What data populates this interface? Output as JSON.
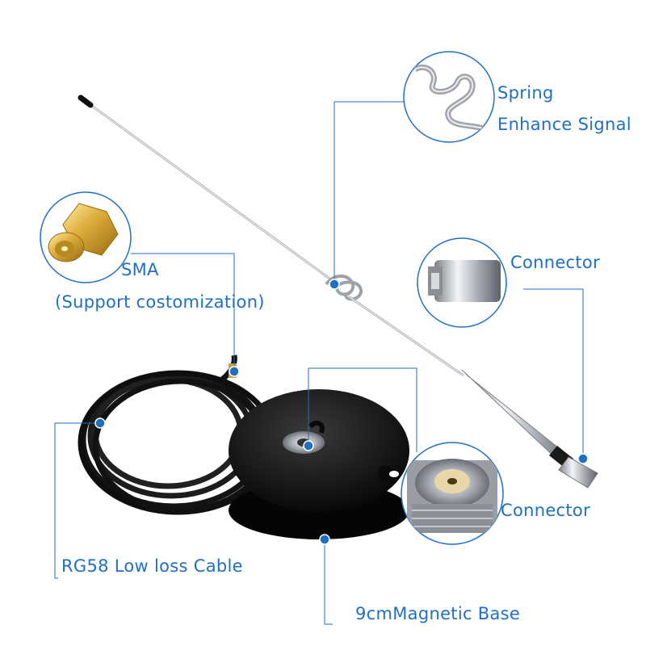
{
  "labels": {
    "spring_line1": "Spring",
    "spring_line2": "Enhance Signal",
    "connector_top": "Connector",
    "sma_line1": "SMA",
    "sma_line2": "(Support costomization)",
    "connector_bottom": "Connector",
    "cable": "RG58 Low loss Cable",
    "base": "9cmMagnetic Base"
  },
  "colors": {
    "callout": "#1f6fc4",
    "cable": "#141414",
    "base": "#0d0d0d",
    "chrome": "#c9ccd1",
    "gold": "#d4a437"
  }
}
